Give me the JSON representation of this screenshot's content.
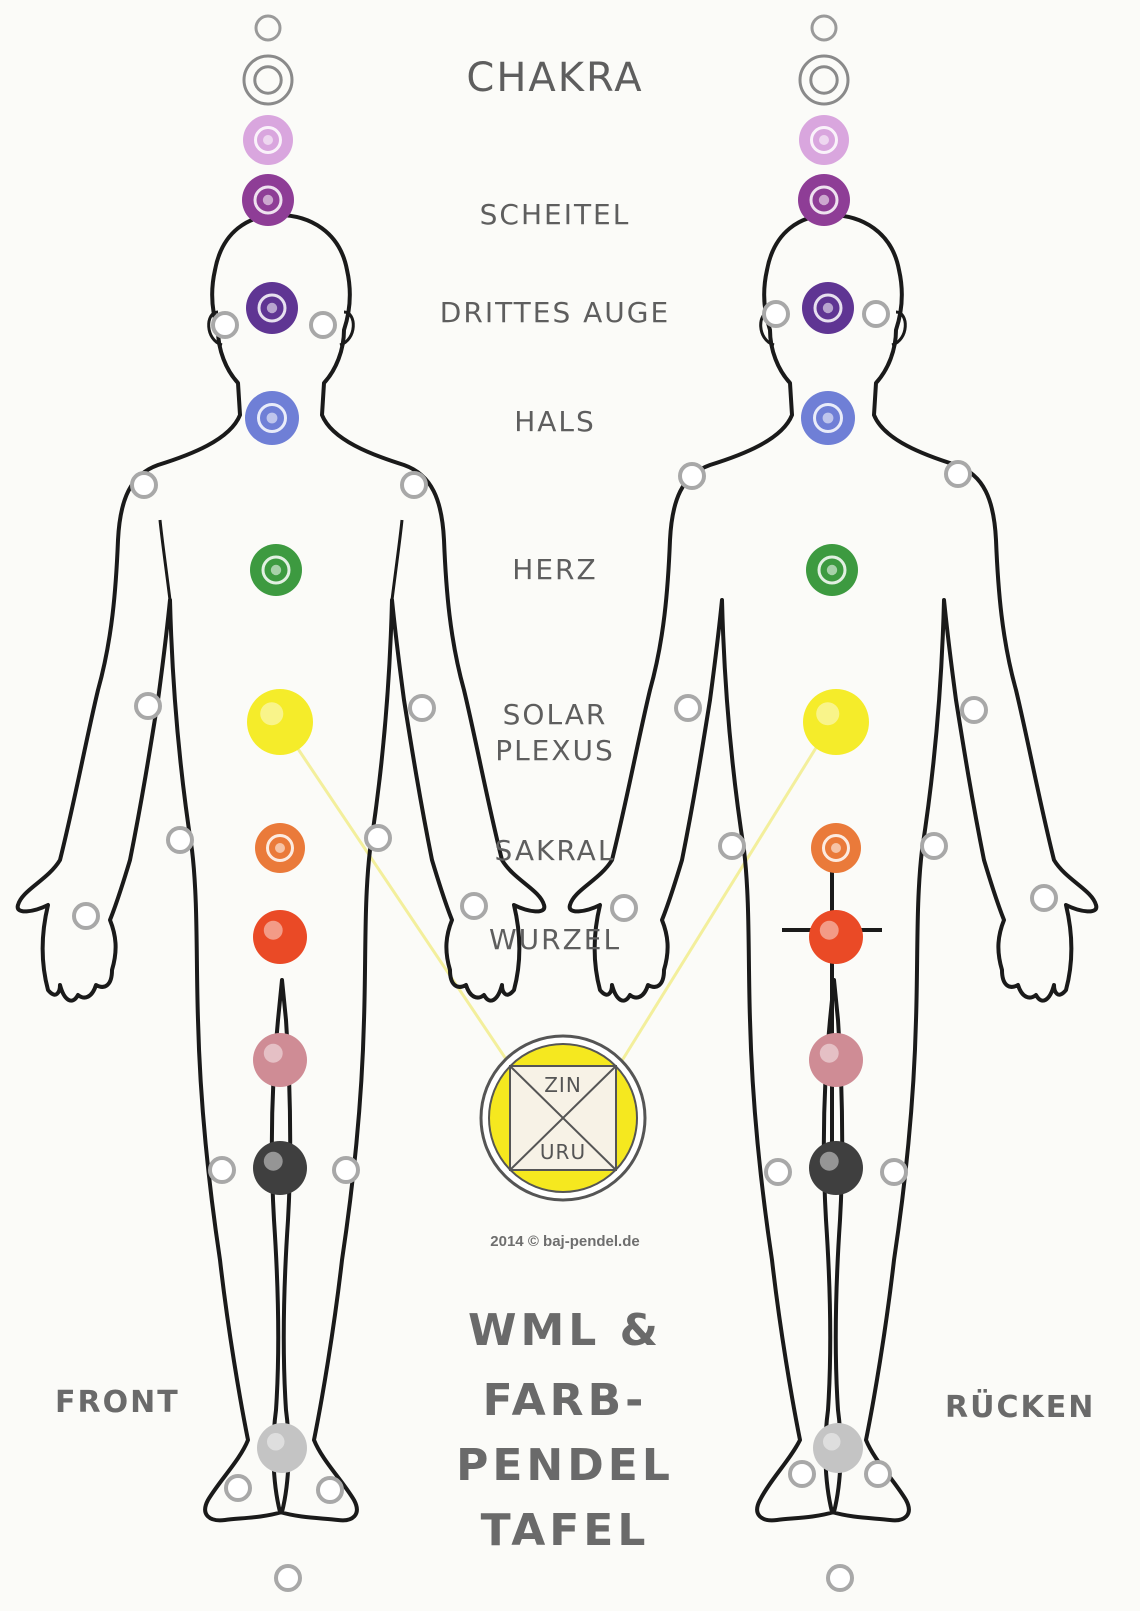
{
  "title": "CHAKRA",
  "chakra_labels": [
    "SCHEITEL",
    "DRITTES AUGE",
    "HALS",
    "HERZ",
    "SOLAR",
    "PLEXUS",
    "SAKRAL",
    "WURZEL"
  ],
  "view_labels": {
    "front": "FRONT",
    "back": "RÜCKEN"
  },
  "pendulum_disc": {
    "top": "ZIN",
    "bottom": "URU"
  },
  "copyright": "2014 © baj-pendel.de",
  "board_title": [
    "WML &",
    "FARB-",
    "PENDEL",
    "TAFEL"
  ],
  "chakra_colors": {
    "above3": "#9a9a9a",
    "above2": "#8a8a8a",
    "above1": "#d9a6de",
    "scheitel": "#8e3d96",
    "drittes_auge": "#5f3593",
    "hals": "#6f7fd6",
    "herz": "#3d9a40",
    "solar_plexus": "#f5ec2a",
    "sakral": "#ea7a3a",
    "wurzel": "#ea4a26",
    "knee_upper": "#cf8c95",
    "knee": "#3f3f3f",
    "feet": "#c4c4c4"
  },
  "minor_points_color": "#a8a8a8",
  "disc_color": "#f5e81f",
  "line_color": "#f3ef9c"
}
